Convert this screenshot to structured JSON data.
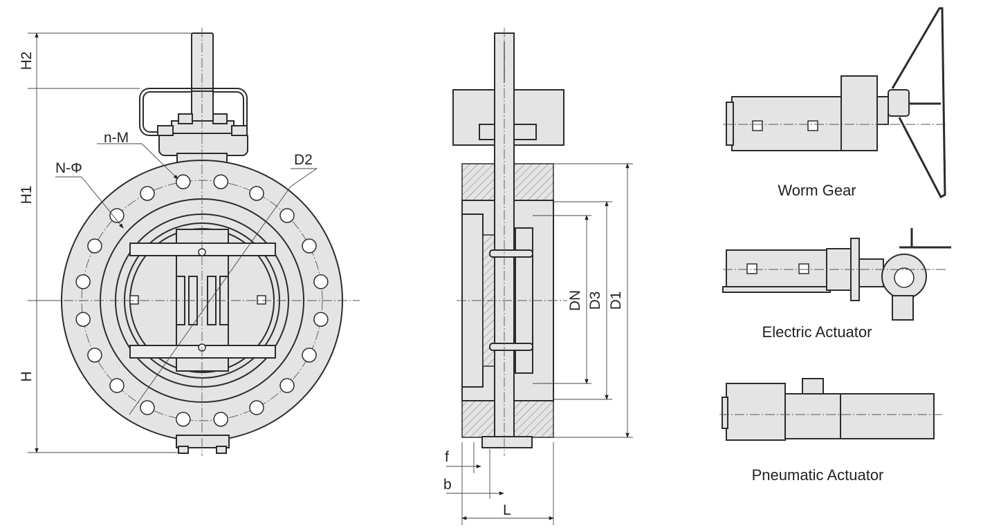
{
  "front_view": {
    "labels": {
      "h2": "H2",
      "h1": "H1",
      "h": "H",
      "n_m": "n-M",
      "n_phi": "N-Φ",
      "d2": "D2"
    }
  },
  "side_view": {
    "labels": {
      "dn": "DN",
      "d3": "D3",
      "d1": "D1",
      "f": "f",
      "b": "b",
      "l": "L"
    }
  },
  "actuators": [
    {
      "name": "Worm Gear"
    },
    {
      "name": "Electric Actuator"
    },
    {
      "name": "Pneumatic Actuator"
    }
  ]
}
